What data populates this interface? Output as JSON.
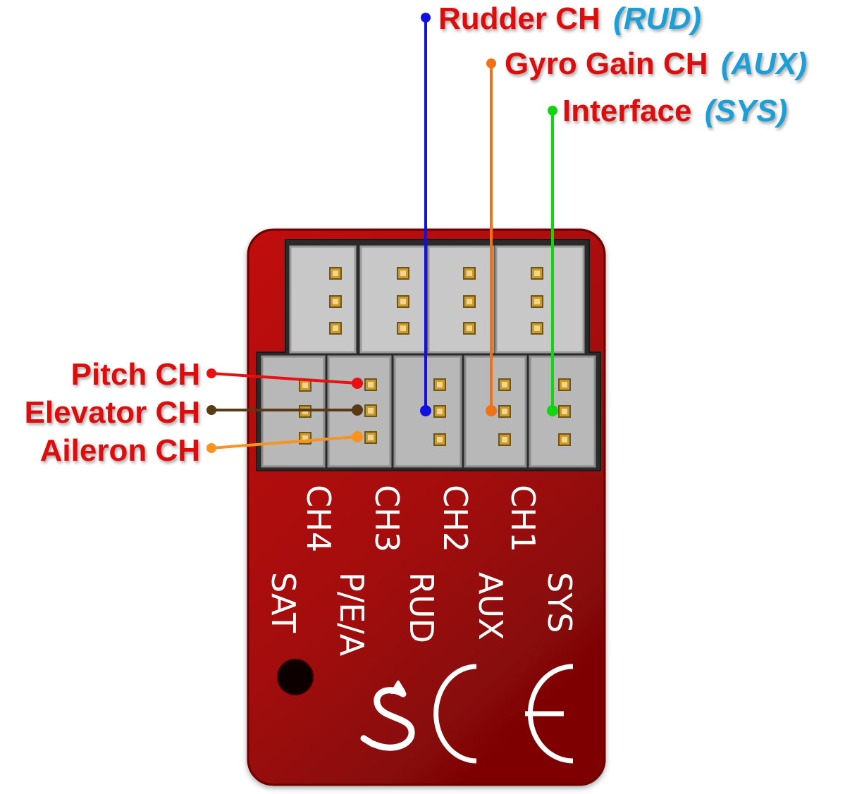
{
  "colors": {
    "label_red": "#dd1111",
    "tag_blue": "#1e9ed6",
    "board_red": "#b00b0b",
    "connector_gray": "#b5b5b5",
    "pin_gold": "#c99a2e",
    "rudder_wire": "#1010e0",
    "gyro_wire": "#f27016",
    "interface_wire": "#12d412",
    "pitch_wire": "#e81010",
    "elevator_wire": "#5a3a14",
    "aileron_wire": "#f7931e"
  },
  "callouts": {
    "rudder": {
      "label": "Rudder CH",
      "tag": "(RUD)"
    },
    "gyro": {
      "label": "Gyro Gain CH",
      "tag": "(AUX)"
    },
    "interface": {
      "label": "Interface",
      "tag": "(SYS)"
    },
    "pitch": {
      "label": "Pitch CH"
    },
    "elevator": {
      "label": "Elevator CH"
    },
    "aileron": {
      "label": "Aileron CH"
    }
  },
  "board": {
    "channel_labels": [
      "CH4",
      "CH3",
      "CH2",
      "CH1"
    ],
    "port_labels": [
      "SAT",
      "P/E/A",
      "RUD",
      "AUX",
      "SYS"
    ],
    "logo_icon": "snake-s-logo-icon",
    "ce_icon": "ce-mark-icon"
  }
}
